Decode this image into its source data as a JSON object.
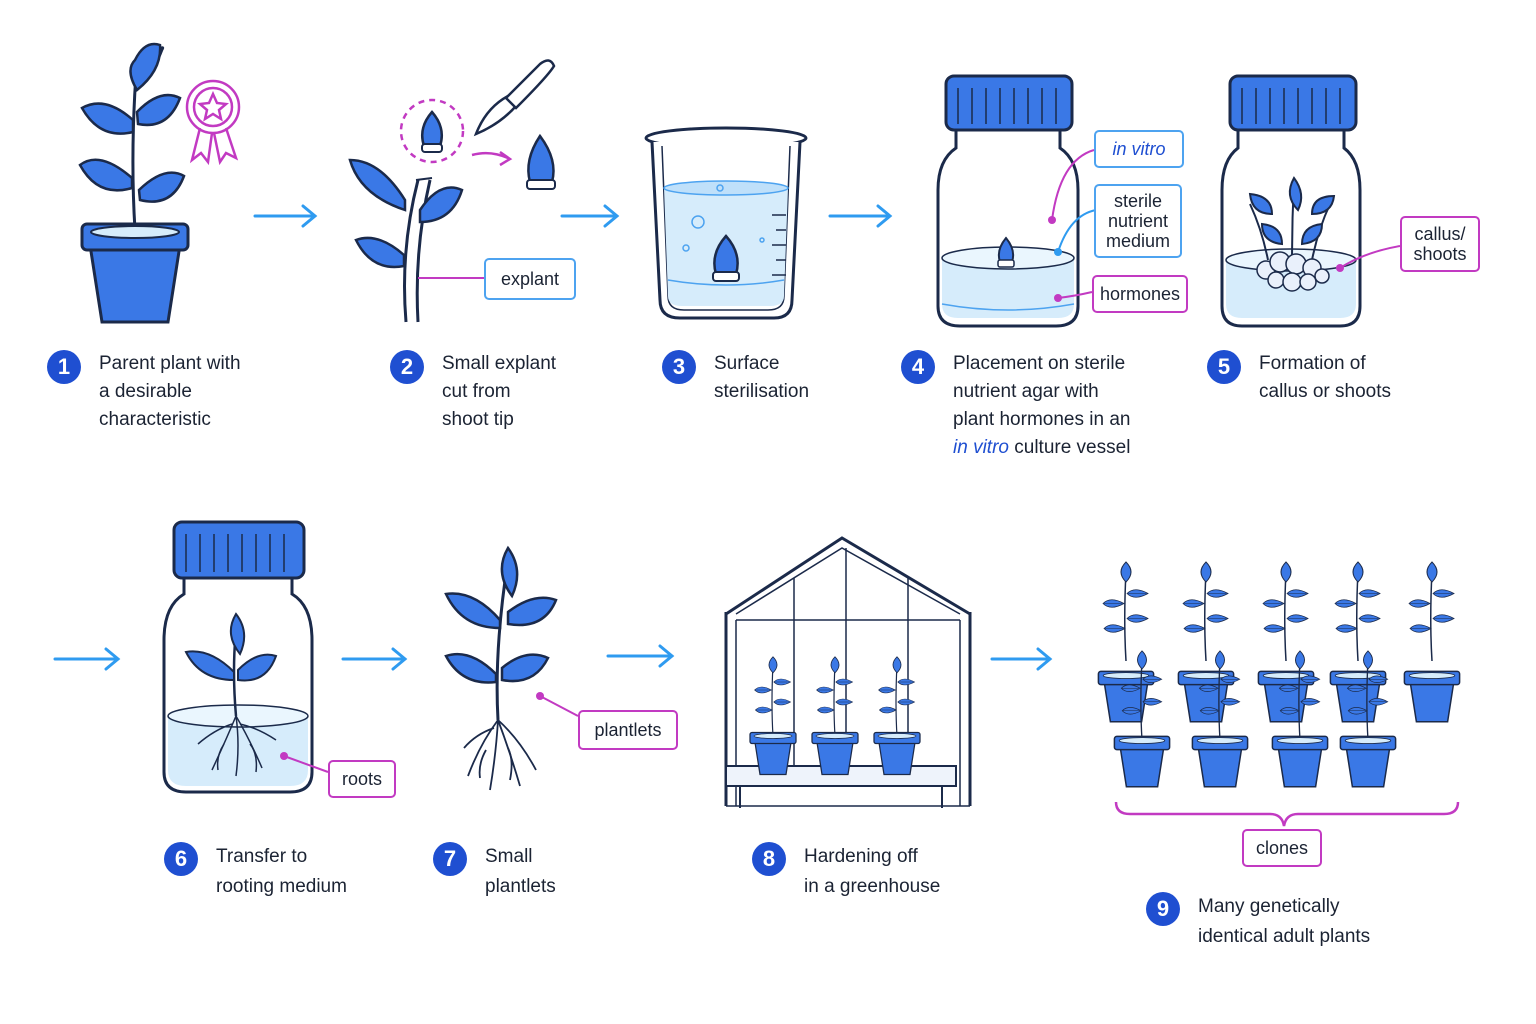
{
  "steps": [
    {
      "num": "1",
      "lines": [
        "Parent plant with",
        "a desirable",
        "characteristic"
      ]
    },
    {
      "num": "2",
      "lines": [
        "Small explant",
        "cut from",
        "shoot tip"
      ]
    },
    {
      "num": "3",
      "lines": [
        "Surface",
        "sterilisation"
      ]
    },
    {
      "num": "4",
      "lines": [
        "Placement on sterile",
        "nutrient agar with",
        "plant hormones in an"
      ],
      "last_italic": "in vitro",
      "last_rest": " culture vessel"
    },
    {
      "num": "5",
      "lines": [
        "Formation of",
        "callus or shoots"
      ]
    },
    {
      "num": "6",
      "lines": [
        "Transfer to",
        "rooting medium"
      ]
    },
    {
      "num": "7",
      "lines": [
        "Small",
        "plantlets"
      ]
    },
    {
      "num": "8",
      "lines": [
        "Hardening off",
        "in a greenhouse"
      ]
    },
    {
      "num": "9",
      "lines": [
        "Many genetically",
        "identical adult plants"
      ]
    }
  ],
  "labels": {
    "explant": "explant",
    "in_vitro": "in vitro",
    "sterile_nutrient_medium": "sterile nutrient medium",
    "hormones": "hormones",
    "callus_shoots": "callus/ shoots",
    "roots": "roots",
    "plantlets": "plantlets",
    "clones": "clones"
  },
  "colors": {
    "primary_blue": "#3a78e6",
    "dark_blue": "#1f4fd1",
    "outline": "#1b2a4a",
    "arrow": "#2f9bf0",
    "magenta": "#c23ac2",
    "light_blue": "#d6ecfb"
  },
  "icons": [
    "award-ribbon-icon",
    "scalpel-icon",
    "beaker-icon",
    "culture-jar-icon",
    "greenhouse-icon",
    "plant-pot-icon"
  ]
}
